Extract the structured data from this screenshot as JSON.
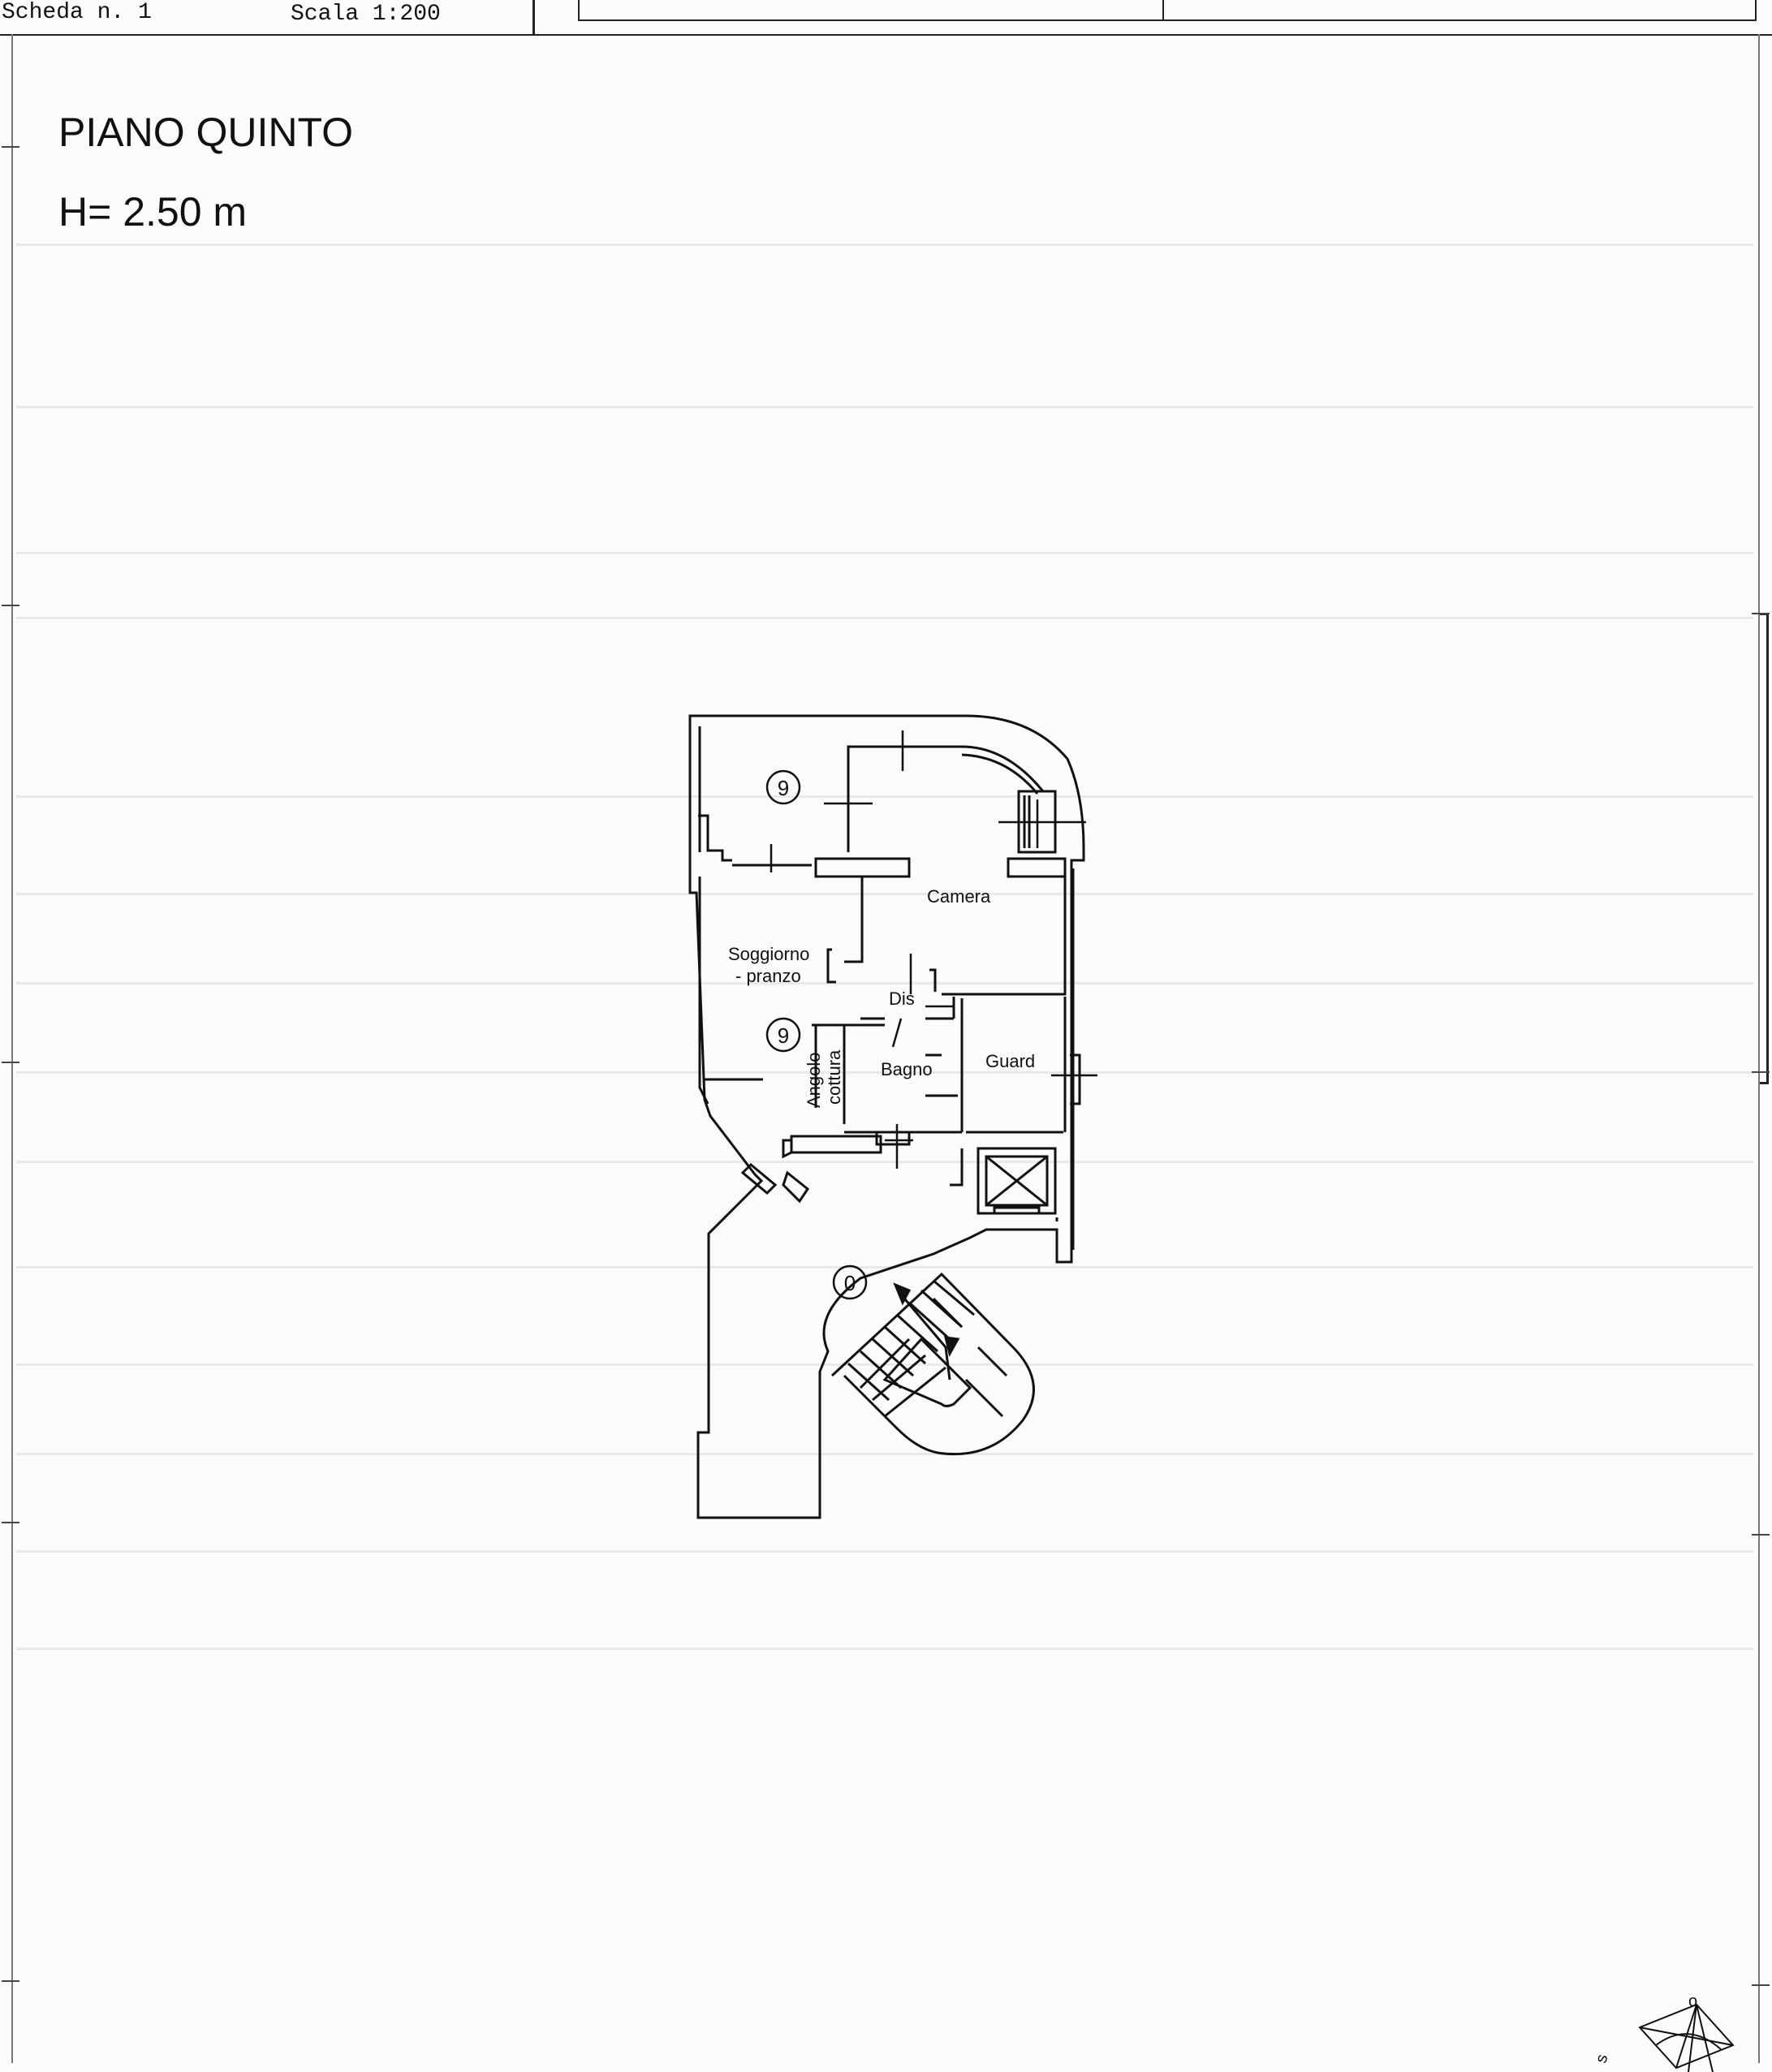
{
  "header": {
    "sheet": "Scheda n. 1",
    "scale": "Scala 1:200"
  },
  "title": {
    "floor": "PIANO QUINTO",
    "height": "H= 2.50 m"
  },
  "rooms": {
    "camera": "Camera",
    "soggiorno_line1": "Soggiorno",
    "soggiorno_line2": "- pranzo",
    "dis": "Dis",
    "angolo_line1": "Angolo",
    "angolo_line2": "cottura",
    "bagno": "Bagno",
    "guard": "Guard"
  },
  "markers": {
    "top_balcony": "9",
    "apartment": "9",
    "common": "0"
  },
  "compass": {
    "north": "o",
    "south": "s"
  }
}
